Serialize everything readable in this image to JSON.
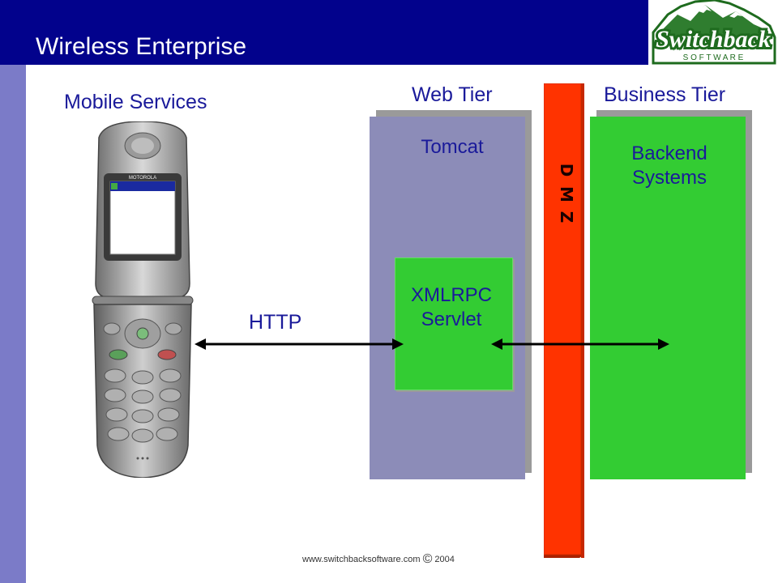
{
  "slide": {
    "title": "Wireless Enterprise",
    "logo": {
      "line1": "Switchback",
      "line2": "S O F T W A R E"
    },
    "footer": {
      "url": "www.switchbacksoftware.com",
      "copyright": "©",
      "year": "2004"
    }
  },
  "diagram": {
    "mobile_label": "Mobile Services",
    "phone_brand": "MOTOROLA",
    "web_tier_label": "Web Tier",
    "business_tier_label": "Business Tier",
    "tomcat_label": "Tomcat",
    "servlet_label_1": "XMLRPC",
    "servlet_label_2": "Servlet",
    "backend_label_1": "Backend",
    "backend_label_2": "Systems",
    "http_label": "HTTP",
    "dmz_letters": [
      "D",
      "M",
      "Z"
    ]
  },
  "colors": {
    "header": "#02028c",
    "left_bar": "#7b7bc8",
    "web_tier": "#8c8cb8",
    "business_tier": "#33cc33",
    "servlet": "#33cc33",
    "dmz": "#ff3300",
    "label_text": "#1a1a9a",
    "logo_green": "#1e6b1e"
  }
}
